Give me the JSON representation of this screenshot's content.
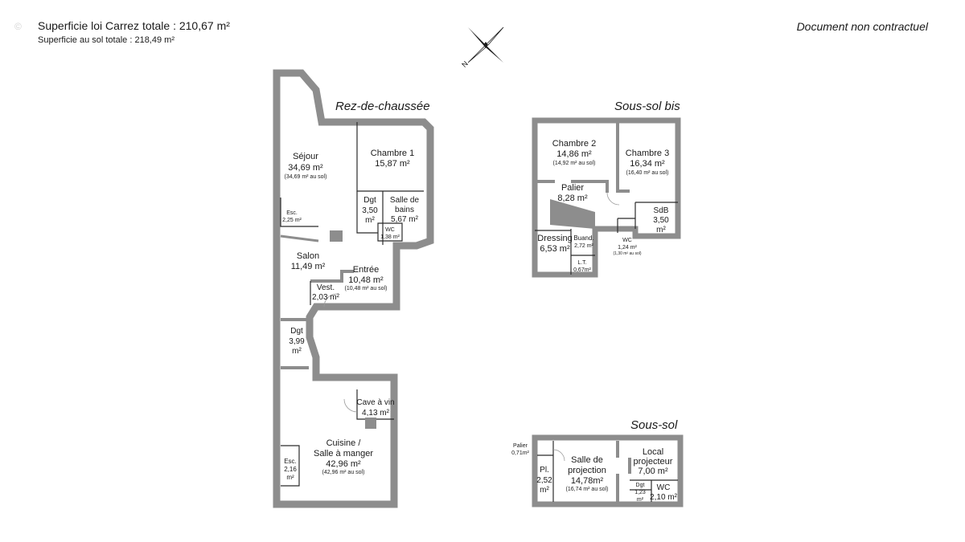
{
  "header": {
    "carrez": "Superficie loi Carrez totale :  210,67 m²",
    "ground": "Superficie au sol totale :  218,49 m²",
    "disclaimer": "Document non contractuel",
    "watermark": "©"
  },
  "compass": {
    "label": "N"
  },
  "levels": {
    "rdc": "Rez-de-chaussée",
    "sousSolBis": "Sous-sol bis",
    "sousSol": "Sous-sol"
  },
  "rooms": {
    "sejour": {
      "name": "Séjour",
      "area": "34,69 m²",
      "note": "(34,69 m² au sol)"
    },
    "chambre1": {
      "name": "Chambre 1",
      "area": "15,87 m²"
    },
    "dgt1": {
      "name": "Dgt",
      "area": "3,50",
      "unit": "m²"
    },
    "sdb1": {
      "name": "Salle de",
      "name2": "bains",
      "area": "5,67 m²"
    },
    "wc1": {
      "name": "WC",
      "area": "1,38 m²"
    },
    "esc1": {
      "name": "Esc.",
      "area": "2,25 m²"
    },
    "salon": {
      "name": "Salon",
      "area": "11,49 m²"
    },
    "entree": {
      "name": "Entrée",
      "area": "10,48 m²",
      "note": "(10,48 m² au sol)"
    },
    "vest": {
      "name": "Vest.",
      "area": "2,03 m²"
    },
    "dgt2": {
      "name": "Dgt",
      "area": "3,99",
      "unit": "m²"
    },
    "cave": {
      "name": "Cave à vin",
      "area": "4,13 m²"
    },
    "cuisine": {
      "name": "Cuisine /",
      "name2": "Salle à manger",
      "area": "42,96 m²",
      "note": "(42,96 m² au sol)"
    },
    "esc2": {
      "name": "Esc.",
      "area": "2,16",
      "unit": "m²"
    },
    "chambre2": {
      "name": "Chambre 2",
      "area": "14,86 m²",
      "note": "(14,92 m² au sol)"
    },
    "chambre3": {
      "name": "Chambre 3",
      "area": "16,34 m²",
      "note": "(16,40 m² au sol)"
    },
    "palier": {
      "name": "Palier",
      "area": "8,28 m²"
    },
    "sdb2": {
      "name": "SdB",
      "area": "3,50",
      "unit": "m²"
    },
    "dressing": {
      "name": "Dressing",
      "area": "6,53 m²"
    },
    "buand": {
      "name": "Buand.",
      "area": "2,72 m²"
    },
    "wc2": {
      "name": "WC",
      "area": "1,24 m²",
      "note": "(1,30 m² au sol)"
    },
    "lt": {
      "name": "L.T.",
      "area": "0,67m²"
    },
    "palier2": {
      "name": "Palier",
      "area": "0,71m²"
    },
    "pl": {
      "name": "Pl.",
      "area": "2,52",
      "unit": "m²"
    },
    "projection": {
      "name": "Salle de",
      "name2": "projection",
      "area": "14,78m²",
      "note": "(16,74 m² au sol)"
    },
    "local": {
      "name": "Local",
      "name2": "projecteur",
      "area": "7,00 m²"
    },
    "dgt3": {
      "name": "Dgt",
      "area": "1,23",
      "unit": "m²"
    },
    "wc3": {
      "name": "WC",
      "area": "2,10 m²"
    }
  }
}
